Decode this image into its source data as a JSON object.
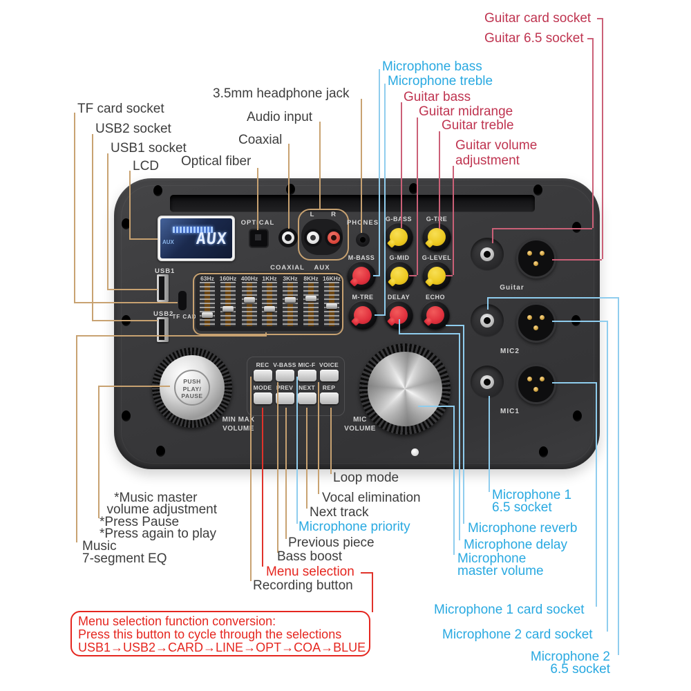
{
  "colors": {
    "tan": "#c8a271",
    "crimson": "#bf3450",
    "blue": "#29a9e1",
    "red": "#e5261f",
    "dark_text": "#3d3d3d",
    "board": "#3a3a3c",
    "knob_yellow": "#eec829",
    "knob_red": "#e23540"
  },
  "callouts": {
    "top_left": {
      "headphone_jack": "3.5mm headphone jack",
      "tf_card": "TF card socket",
      "audio_input": "Audio input",
      "usb2": "USB2 socket",
      "coaxial": "Coaxial",
      "usb1": "USB1 socket",
      "optical": "Optical fiber",
      "lcd": "LCD"
    },
    "top_right": {
      "guitar_card": "Guitar card socket",
      "guitar_65": "Guitar 6.5 socket",
      "mic_bass": "Microphone bass",
      "mic_treble": "Microphone treble",
      "guitar_bass": "Guitar bass",
      "guitar_mid": "Guitar midrange",
      "guitar_treble": "Guitar treble",
      "guitar_vol_1": "Guitar volume",
      "guitar_vol_2": "adjustment"
    },
    "bottom_left": {
      "note_1": "*Music master",
      "note_2": "  volume adjustment",
      "note_3": "*Press Pause",
      "note_4": "*Press again to play",
      "eq_1": "Music",
      "eq_2": "7-segment EQ"
    },
    "bottom_middle": {
      "loop": "Loop mode",
      "vocal": "Vocal elimination",
      "next": "Next track",
      "mic_priority": "Microphone priority",
      "prev": "Previous piece",
      "bass": "Bass boost",
      "menu": "Menu selection",
      "rec": "Recording button"
    },
    "bottom_right": {
      "mic1_65_1": "Microphone 1",
      "mic1_65_2": "6.5 socket",
      "reverb": "Microphone reverb",
      "delay": "Microphone delay",
      "master_1": "Microphone",
      "master_2": "master volume",
      "mic1_card": "Microphone 1 card socket",
      "mic2_card": "Microphone 2 card socket",
      "mic2_65_1": "Microphone 2",
      "mic2_65_2": "6.5 socket"
    },
    "menu_box": {
      "line1": "Menu selection function conversion:",
      "line2": "Press this button to cycle through the selections",
      "line3": "USB1→USB2→CARD→LINE→OPT→COA→BLUE"
    }
  },
  "board": {
    "lcd": {
      "display": "AUX",
      "source_small": "AUX"
    },
    "ports": {
      "optical": "OPTICAL",
      "coaxial": "COAXIAL",
      "aux": "AUX",
      "left": "L",
      "right": "R",
      "phones": "PHONES",
      "usb1": "USB1",
      "usb2": "USB2",
      "tf": "TF CAD"
    },
    "eq": {
      "bands": [
        "63Hz",
        "160Hz",
        "400Hz",
        "1KHz",
        "3KHz",
        "8KHz",
        "16KHz"
      ],
      "handle_fractions": [
        0.78,
        0.62,
        0.4,
        0.62,
        0.4,
        0.36,
        0.55
      ]
    },
    "knobs": [
      {
        "label": "G-BASS",
        "color": "yellow"
      },
      {
        "label": "G-TRE",
        "color": "yellow"
      },
      {
        "label": "M-BASS",
        "color": "red"
      },
      {
        "label": "G-MID",
        "color": "yellow"
      },
      {
        "label": "G-LEVEL",
        "color": "yellow"
      },
      {
        "label": "M-TRE",
        "color": "red"
      },
      {
        "label": "DELAY",
        "color": "red"
      },
      {
        "label": "ECHO",
        "color": "red"
      }
    ],
    "buttons": {
      "row1": [
        "REC",
        "V-BASS",
        "MIC-F",
        "VOICE"
      ],
      "row2": [
        "MODE",
        "PREV",
        "NEXT",
        "REP"
      ]
    },
    "play_knob": {
      "line1": "PUSH",
      "line2": "PLAY/",
      "line3": "PAUSE",
      "caption_1": "MIN MAX",
      "caption_2": "VOLUME"
    },
    "mic_knob": {
      "caption_1": "MIC",
      "caption_2": "VOLUME"
    },
    "jacks": {
      "guitar": "Guitar",
      "mic2": "MIC2",
      "mic1": "MIC1"
    }
  }
}
